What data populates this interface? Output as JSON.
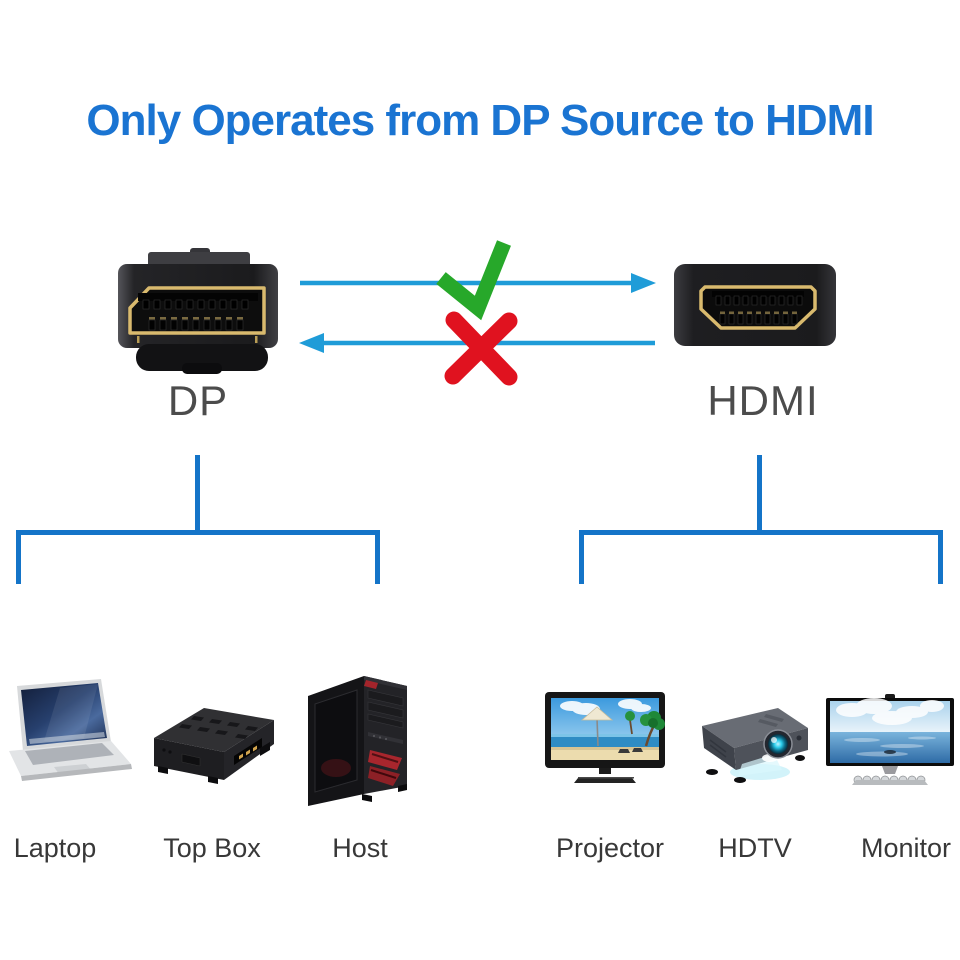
{
  "header": {
    "title": "Only Operates from DP Source to HDMI"
  },
  "connectors": {
    "source": {
      "label": "DP",
      "icon": "displayport-connector"
    },
    "target": {
      "label": "HDMI",
      "icon": "hdmi-connector"
    }
  },
  "flow": {
    "forward_icon": "check-mark",
    "reverse_icon": "cross-mark"
  },
  "source_devices": [
    {
      "label": "Laptop",
      "icon": "laptop-image"
    },
    {
      "label": "Top Box",
      "icon": "set-top-box-image"
    },
    {
      "label": "Host",
      "icon": "pc-tower-image"
    }
  ],
  "target_devices": [
    {
      "label": "Projector",
      "icon": "tv-beach-image"
    },
    {
      "label": "HDTV",
      "icon": "projector-image"
    },
    {
      "label": "Monitor",
      "icon": "widescreen-monitor-image"
    }
  ],
  "colors": {
    "title_blue": "#1a74d2",
    "arrow_blue": "#1f9cd8",
    "line_blue": "#1474c8",
    "check_green": "#27a82a",
    "cross_red": "#e0121f",
    "connector_label_gray": "#4c4c4c",
    "device_label_gray": "#383838",
    "gold": "#d9ba6e"
  }
}
